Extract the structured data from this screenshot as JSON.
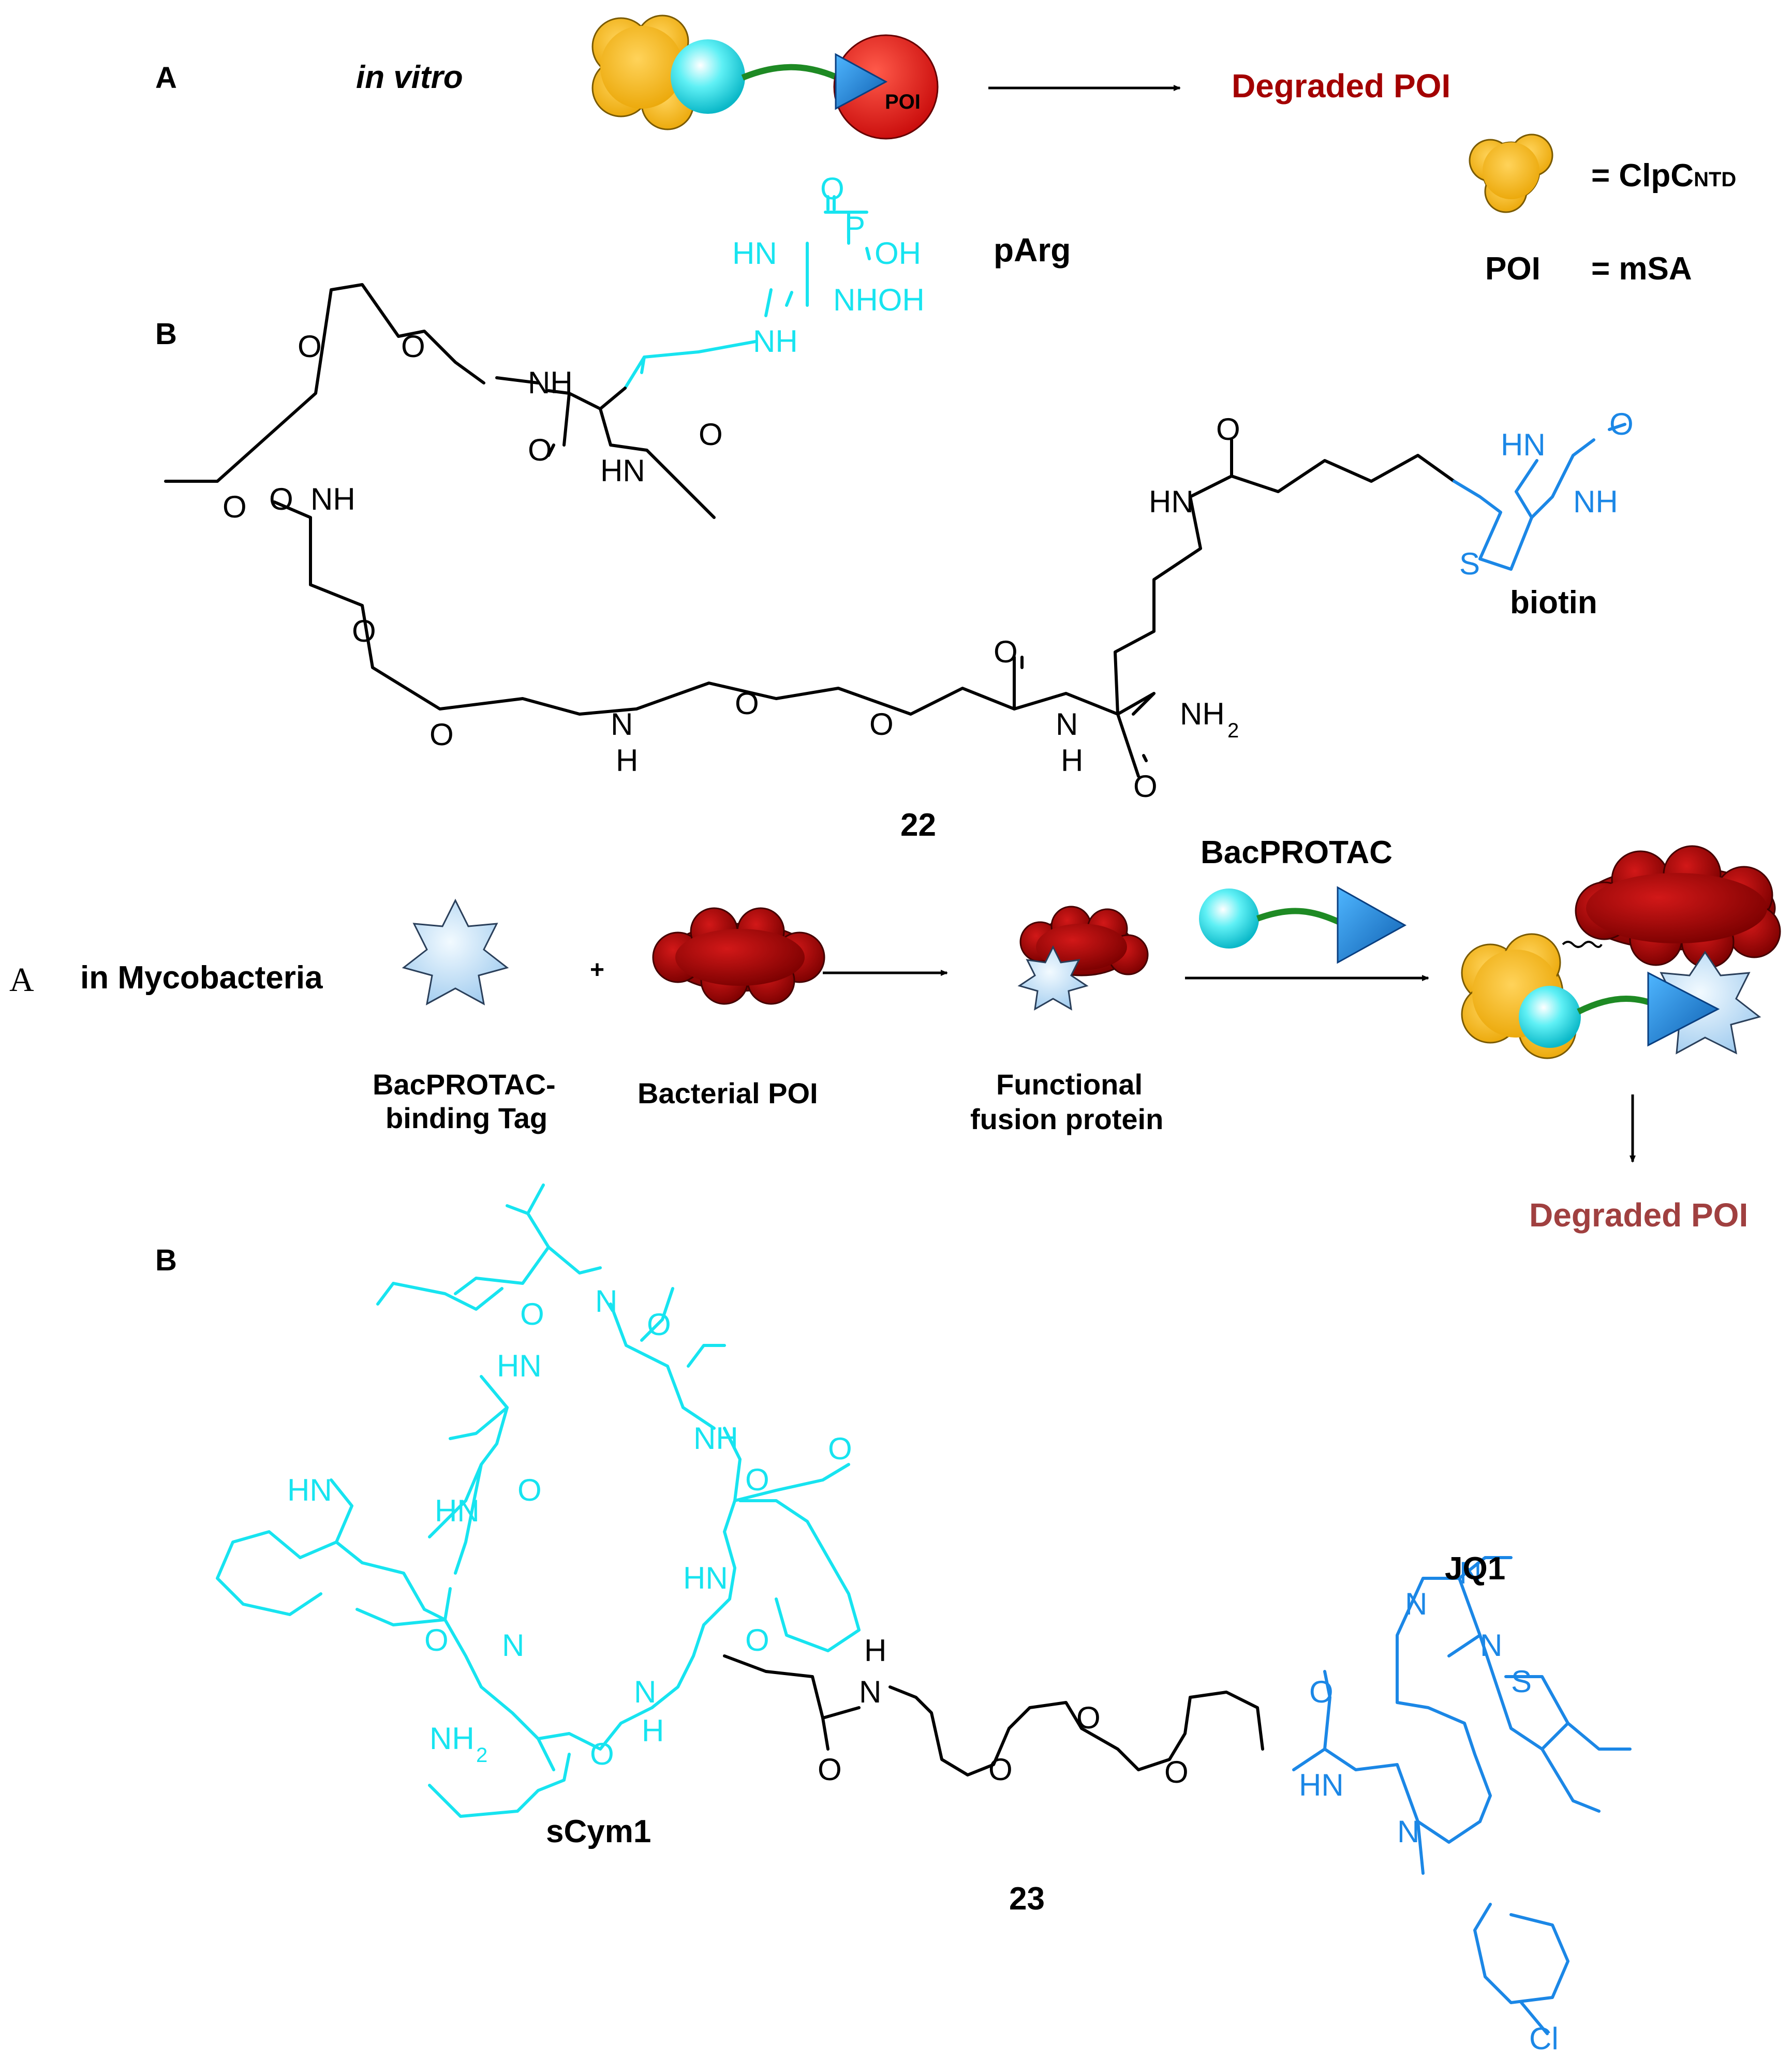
{
  "panel1": {
    "label_a": "A",
    "label_b": "B",
    "condition": "in vitro",
    "poi_tag": "POI",
    "product": "Degraded POI",
    "legend": {
      "clpc_text": "= ClpC",
      "clpc_subscript": "NTD",
      "poi_label": "POI",
      "poi_text": "= mSA"
    },
    "compound": {
      "id": "22",
      "left_moiety": "pArg",
      "right_moiety": "biotin"
    }
  },
  "panel2": {
    "label_a": "A",
    "label_b": "B",
    "condition": "in Mycobacteria",
    "plus": "+",
    "tag_label_line1": "BacPROTAC-",
    "tag_label_line2": "binding Tag",
    "poi_label": "Bacterial POI",
    "fusion_line1": "Functional",
    "fusion_line2": "fusion protein",
    "reagent": "BacPROTAC",
    "product": "Degraded POI",
    "compound": {
      "id": "23",
      "left_moiety": "sCym1",
      "right_moiety": "JQ1"
    }
  },
  "colors": {
    "clpc": "#F8B61B",
    "sphere": "#2EE6F0",
    "linker": "#1E8A24",
    "poi_red": "#E01515",
    "bacterial_poi": "#A30000",
    "tag": "#C8E4FA",
    "triangle": "#1E7BD6",
    "pArg": "#17E4F0",
    "biotin": "#1B87E6",
    "sCym1": "#17E4F0",
    "JQ1": "#1B87E6",
    "degraded_1": "#A30000",
    "degraded_2": "#A04040"
  },
  "atoms": {
    "O": "O",
    "N": "N",
    "S": "S",
    "P": "P",
    "H": "H",
    "Cl": "Cl",
    "NH": "NH",
    "HN": "HN",
    "OH": "OH",
    "NHOH": "NHOH",
    "NH2": "NH",
    "NH2sub": "2"
  }
}
